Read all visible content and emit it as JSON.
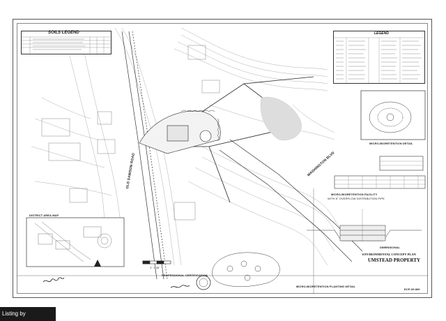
{
  "sheet": {
    "soils_legend_title": "SOILS LEGEND",
    "legend_title": "LEGEND",
    "road_label": "OLD DAWSON ROAD",
    "road2_label": "WASHINGTON BLVD",
    "inset_title": "DISTRICT AREA MAP",
    "bioretention_detail_title": "MICRO-BIORETENTION DETAIL",
    "bioretention_facility_title": "MICRO-BIORETENTION FACILITY",
    "facility_subtitle": "WITH 6\" OVERFLOW DISTRIBUTION PIPE",
    "planting_detail_title": "MICRO-BIORETENTION PLANTING DETAIL",
    "dimensional_title": "DIMENSIONAL",
    "plan_title_line1": "ENVIRONMENTAL CONCEPT PLAN",
    "plan_title_line2": "UMSTEAD PROPERTY",
    "professional_cert": "PROFESSIONAL CERTIFICATION",
    "scale_label": "1\" = 30'",
    "sheet_number": "ECP-09-MH"
  },
  "watermark": "Listing by"
}
